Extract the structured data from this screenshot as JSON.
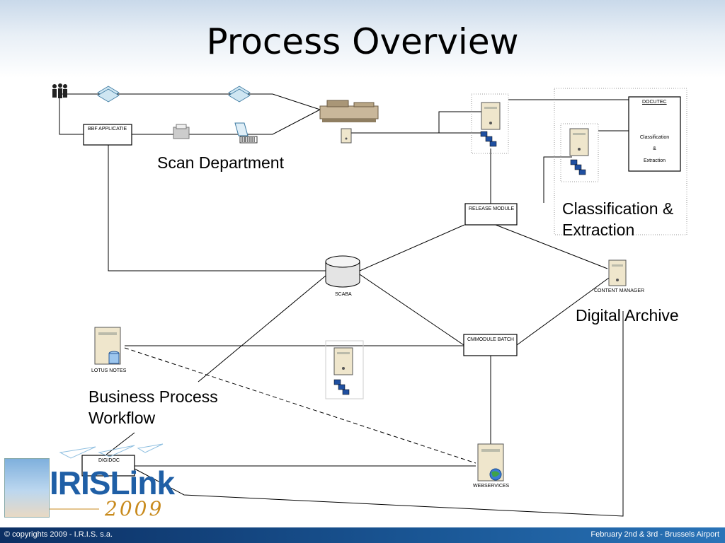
{
  "title": "Process Overview",
  "nodes": {
    "bbf": "BBF APPLICATIE",
    "docutec": "DOCUTEC",
    "docutec_lines": [
      "Classification",
      "&",
      "Extraction"
    ],
    "release": "RELEASE MODULE",
    "scaba": "SCABA",
    "content_manager": "CONTENT MANAGER",
    "cmmodule": "CMMODULE BATCH",
    "lotus": "LOTUS NOTES",
    "digidoc": "DIGIDOC",
    "webservices": "WEBSERVICES"
  },
  "groups": {
    "scan": "Scan Department",
    "classification_line1": "Classification &",
    "classification_line2": "Extraction",
    "archive": "Digital Archive",
    "bpw_line1": "Business Process",
    "bpw_line2": "Workflow"
  },
  "logo": {
    "name": "IRISLink",
    "year": "2009"
  },
  "footer": {
    "left": "© copyrights 2009 - I.R.I.S. s.a.",
    "right": "February 2nd & 3rd - Brussels Airport"
  },
  "colors": {
    "footer": "#1a5796",
    "logo_blue": "#1f5fa6",
    "logo_gold": "#c88a1c"
  }
}
